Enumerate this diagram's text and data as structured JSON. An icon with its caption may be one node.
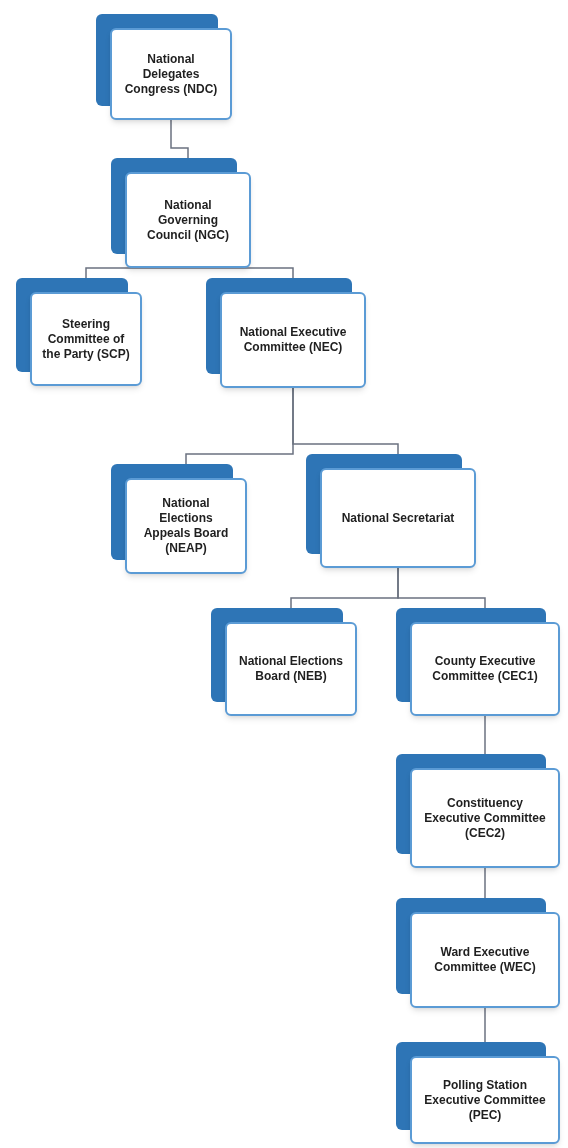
{
  "diagram": {
    "nodes": [
      {
        "text": [
          "National Delegates Congress (NDC)"
        ]
      },
      {
        "text": [
          "National Governing Council (NGC)"
        ]
      },
      {
        "text": [
          "Steering Committee of the Party (SCP)"
        ]
      },
      {
        "text": [
          "National Executive Committee (NEC)"
        ]
      },
      {
        "text": [
          "National Elections Appeals Board (NEAP)"
        ]
      },
      {
        "text": [
          "National Secretariat"
        ]
      },
      {
        "text": [
          "National Elections Board (NEB)"
        ]
      },
      {
        "text": [
          "County Executive Committee (CEC1)"
        ]
      },
      {
        "text": [
          "Constituency Executive Committee (CEC2)"
        ]
      },
      {
        "text": [
          "Ward Executive Committee (WEC)"
        ]
      },
      {
        "text": [
          "Polling Station Executive Committee (PEC)"
        ]
      }
    ],
    "edges": [
      {
        "from": 0,
        "to": 1,
        "arrow": "none"
      },
      {
        "from": 1,
        "to": 2,
        "arrow": "none"
      },
      {
        "from": 1,
        "to": 3,
        "arrow": "none"
      },
      {
        "from": 3,
        "to": 4,
        "arrow": "none"
      },
      {
        "from": 3,
        "to": 5,
        "arrow": "none"
      },
      {
        "from": 5,
        "to": 6,
        "arrow": "none"
      },
      {
        "from": 5,
        "to": 7,
        "arrow": "none"
      },
      {
        "from": 7,
        "to": 8,
        "arrow": "none"
      },
      {
        "from": 8,
        "to": 9,
        "arrow": "none"
      },
      {
        "from": 9,
        "to": 10,
        "arrow": "none"
      }
    ]
  }
}
